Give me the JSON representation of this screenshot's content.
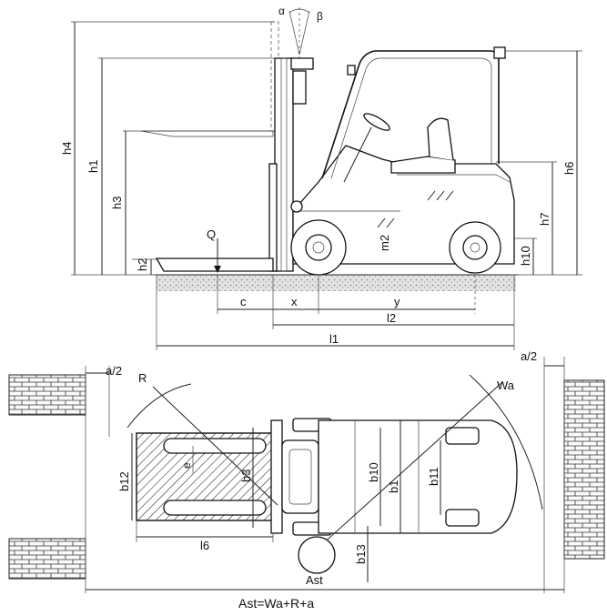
{
  "side_view": {
    "labels": {
      "alpha": "α",
      "beta": "β",
      "h4": "h4",
      "h1": "h1",
      "h3": "h3",
      "h2": "h2",
      "q": "Q",
      "m2": "m2",
      "h6": "h6",
      "h7": "h7",
      "h10": "h10",
      "c": "c",
      "x": "x",
      "y": "y",
      "l2": "l2",
      "l1": "l1"
    }
  },
  "top_view": {
    "labels": {
      "a2_left": "a/2",
      "a2_right": "a/2",
      "r": "R",
      "wa": "Wa",
      "e": "e",
      "b12": "b12",
      "b3": "b3",
      "b10": "b10",
      "b1": "b1",
      "b11": "b11",
      "l6": "l6",
      "b13": "b13",
      "ast": "Ast"
    },
    "formula": "Ast=Wa+R+a"
  },
  "colors": {
    "line": "#222222",
    "paper": "#ffffff"
  }
}
